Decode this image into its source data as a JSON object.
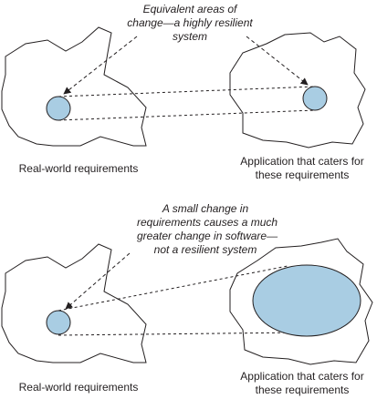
{
  "top": {
    "annotation": [
      "Equivalent areas of",
      "change—a highly resilient",
      "system"
    ],
    "left_caption": [
      "Real-world requirements"
    ],
    "right_caption": [
      "Application that caters for",
      "these requirements"
    ]
  },
  "bottom": {
    "annotation": [
      "A small change in",
      "requirements causes a much",
      "greater change in software—",
      "not a resilient system"
    ],
    "left_caption": [
      "Real-world requirements"
    ],
    "right_caption": [
      "Application that caters for",
      "these requirements"
    ]
  },
  "colors": {
    "line": "#231f20",
    "area_fill": "#a9cde3",
    "background": "#ffffff"
  }
}
